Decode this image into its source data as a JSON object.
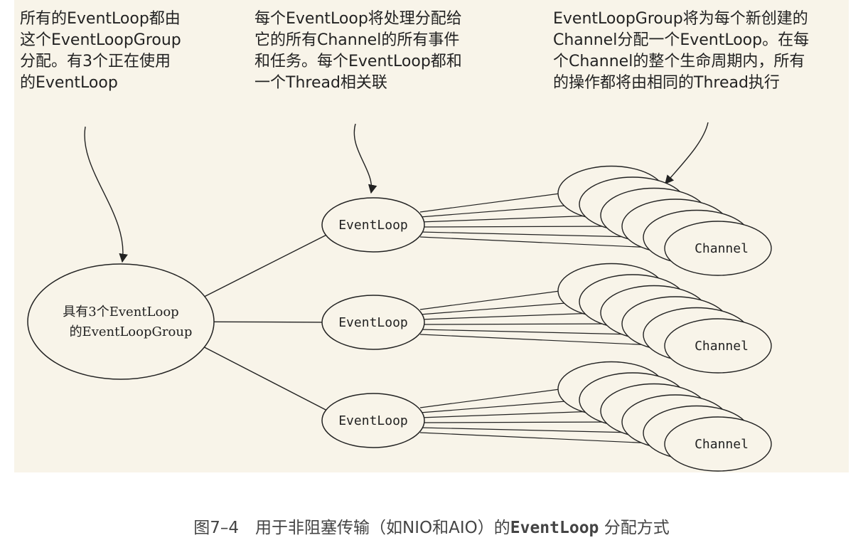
{
  "annotations": {
    "left": [
      "所有的EventLoop都由",
      "这个EventLoopGroup",
      "分配。有3个正在使用",
      "的EventLoop"
    ],
    "middle": [
      "每个EventLoop将处理分配给",
      "它的所有Channel的所有事件",
      "和任务。每个EventLoop都和",
      "一个Thread相关联"
    ],
    "right": [
      "EventLoopGroup将为每个新创建的",
      "Channel分配一个EventLoop。在每",
      "个Channel的整个生命周期内，所有",
      "的操作都将由相同的Thread执行"
    ]
  },
  "group": {
    "line1": "具有3个EventLoop",
    "line2": "的EventLoopGroup"
  },
  "event_loops": [
    {
      "label": "EventLoop",
      "channel_label": "Channel"
    },
    {
      "label": "EventLoop",
      "channel_label": "Channel"
    },
    {
      "label": "EventLoop",
      "channel_label": "Channel"
    }
  ],
  "caption": {
    "prefix": "图7–4　用于非阻塞传输（如NIO和AIO）的",
    "code": "EventLoop",
    "suffix": " 分配方式"
  },
  "colors": {
    "panel_bg": "#f8f4e9",
    "stroke": "#222222",
    "text": "#222222",
    "caption": "#444444"
  }
}
